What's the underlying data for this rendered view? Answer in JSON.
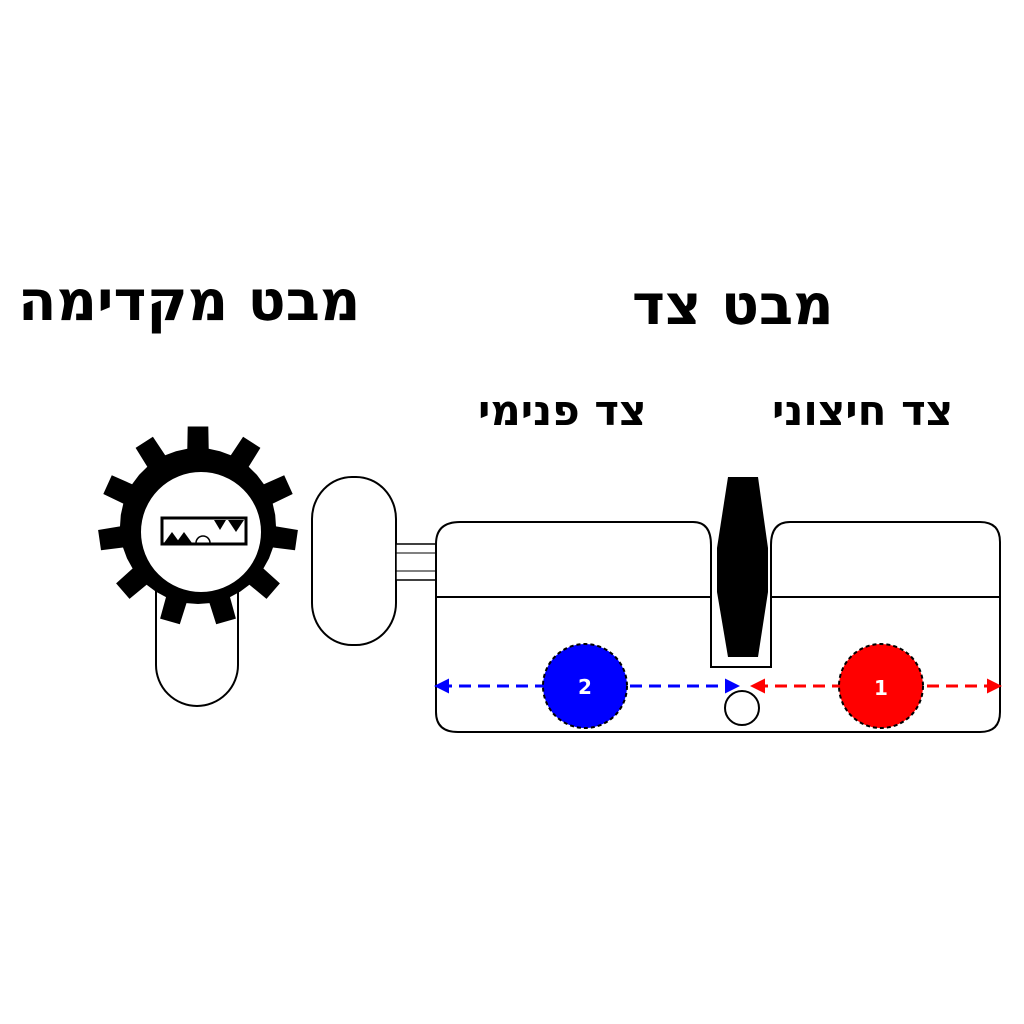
{
  "titles": {
    "front_view": "מבט מקדימה",
    "side_view": "מבט צד"
  },
  "sides": {
    "inner": "צד פנימי",
    "outer": "צד חיצוני"
  },
  "markers": {
    "inner_number": "2",
    "outer_number": "1"
  },
  "colors": {
    "inner": "#0000ff",
    "outer": "#ff0000",
    "outline": "#000000"
  },
  "icons": {
    "front": "lock-cylinder-front-icon",
    "knob": "thumb-turn-knob-icon"
  }
}
